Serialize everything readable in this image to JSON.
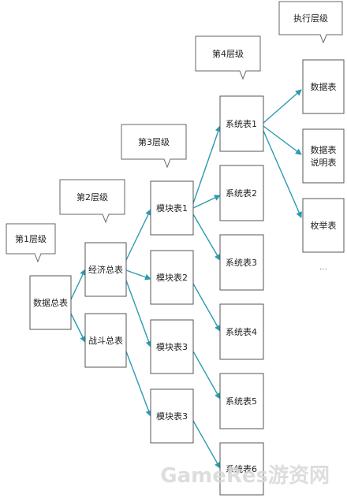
{
  "colors": {
    "connector": "#2a9bb0",
    "node_border": "#555555"
  },
  "levels": {
    "level1": "第1层级",
    "level2": "第2层级",
    "level3": "第3层级",
    "level4": "第4层级",
    "exec": "执行层级"
  },
  "nodes": {
    "root": "数据总表",
    "econ": "经济总表",
    "battle": "战斗总表",
    "module1": "模块表1",
    "module2": "模块表2",
    "module3a": "模块表3",
    "module3b": "模块表3",
    "sys1": "系统表1",
    "sys2": "系统表2",
    "sys3": "系统表3",
    "sys4": "系统表4",
    "sys5": "系统表5",
    "sys6": "系统表6",
    "data_table": "数据表",
    "desc_line1": "数据表",
    "desc_line2": "说明表",
    "enum_table": "枚举表",
    "ellipsis": "…"
  },
  "watermark": "GameRes游资网"
}
